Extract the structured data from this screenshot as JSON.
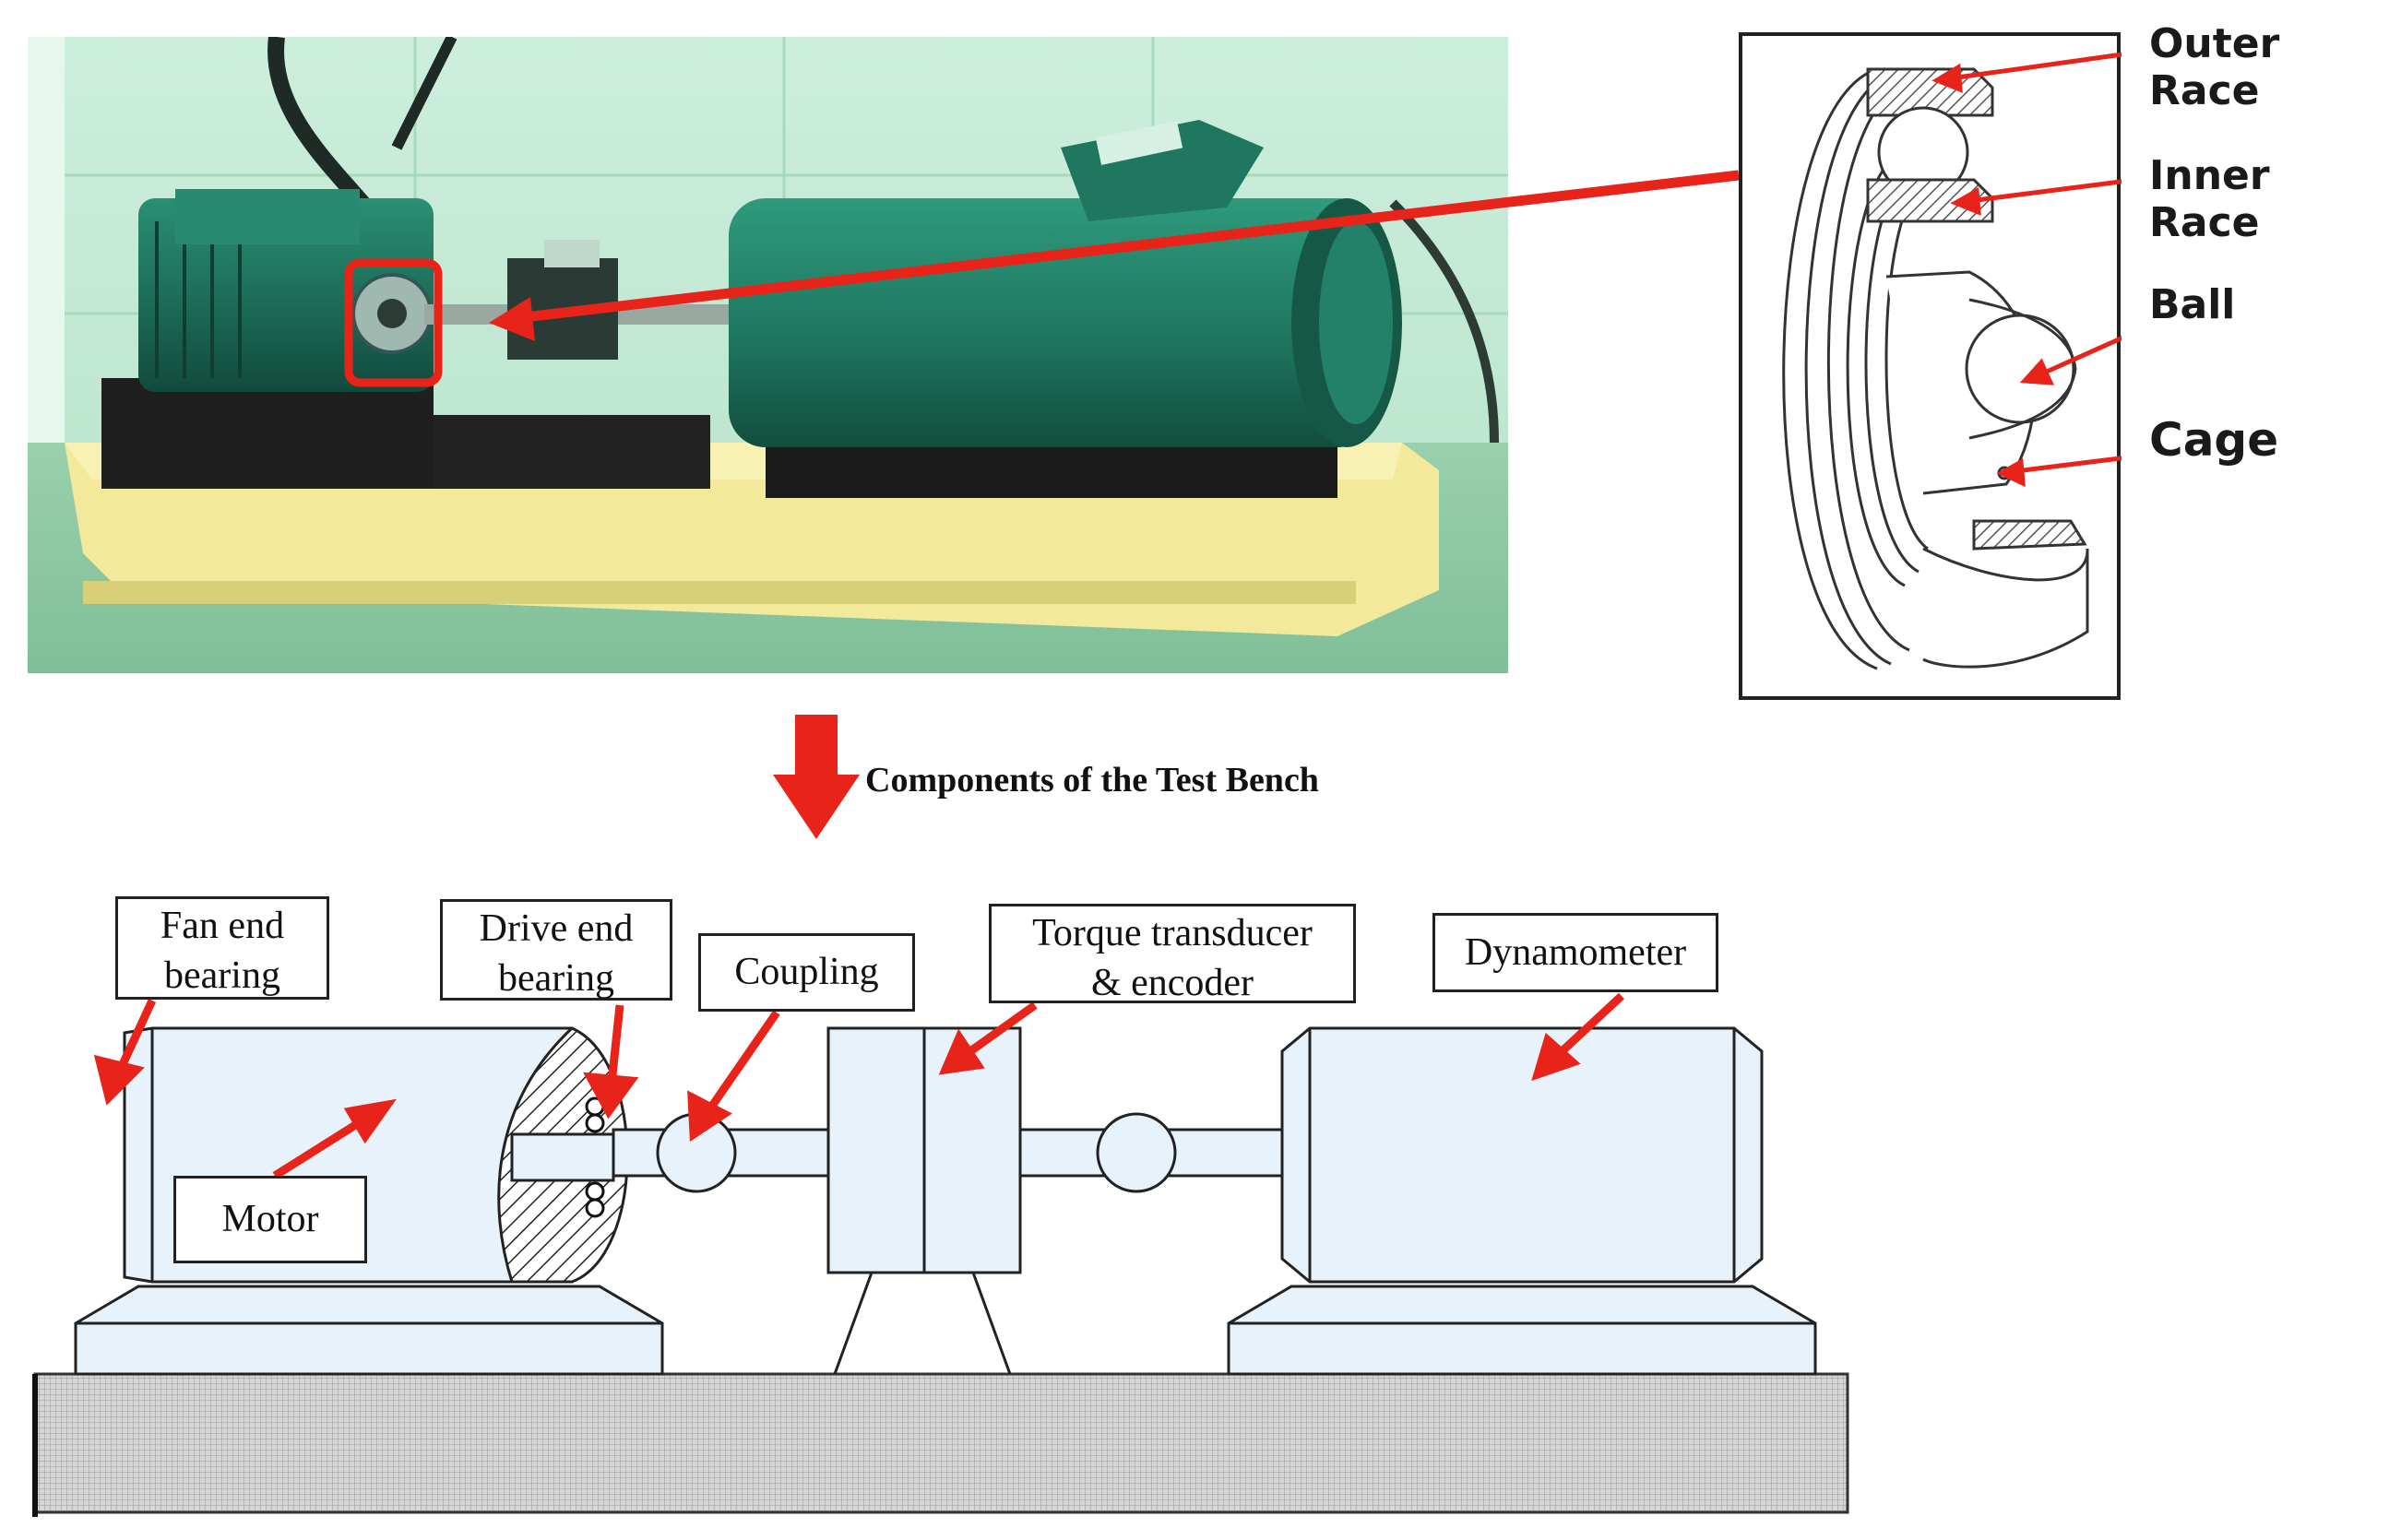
{
  "bearing_labels": {
    "outer_race": "Outer Race",
    "inner_race": "Inner Race",
    "ball": "Ball",
    "cage": "Cage"
  },
  "caption": "Components of the Test Bench",
  "schematic_labels": {
    "fan_end_bearing": [
      "Fan end",
      "bearing"
    ],
    "drive_end_bearing": [
      "Drive end",
      "bearing"
    ],
    "coupling": "Coupling",
    "torque_transducer": [
      "Torque transducer",
      "& encoder"
    ],
    "dynamometer": "Dynamometer",
    "motor": "Motor"
  },
  "colors": {
    "arrow_red": "#e8231a",
    "machine_green": "#1f7a64",
    "wall_green": "#c4ecd4",
    "base_yellow": "#f2ea9a",
    "schematic_fill": "#e8f2fb",
    "ground_fill": "#d6d6d6"
  }
}
